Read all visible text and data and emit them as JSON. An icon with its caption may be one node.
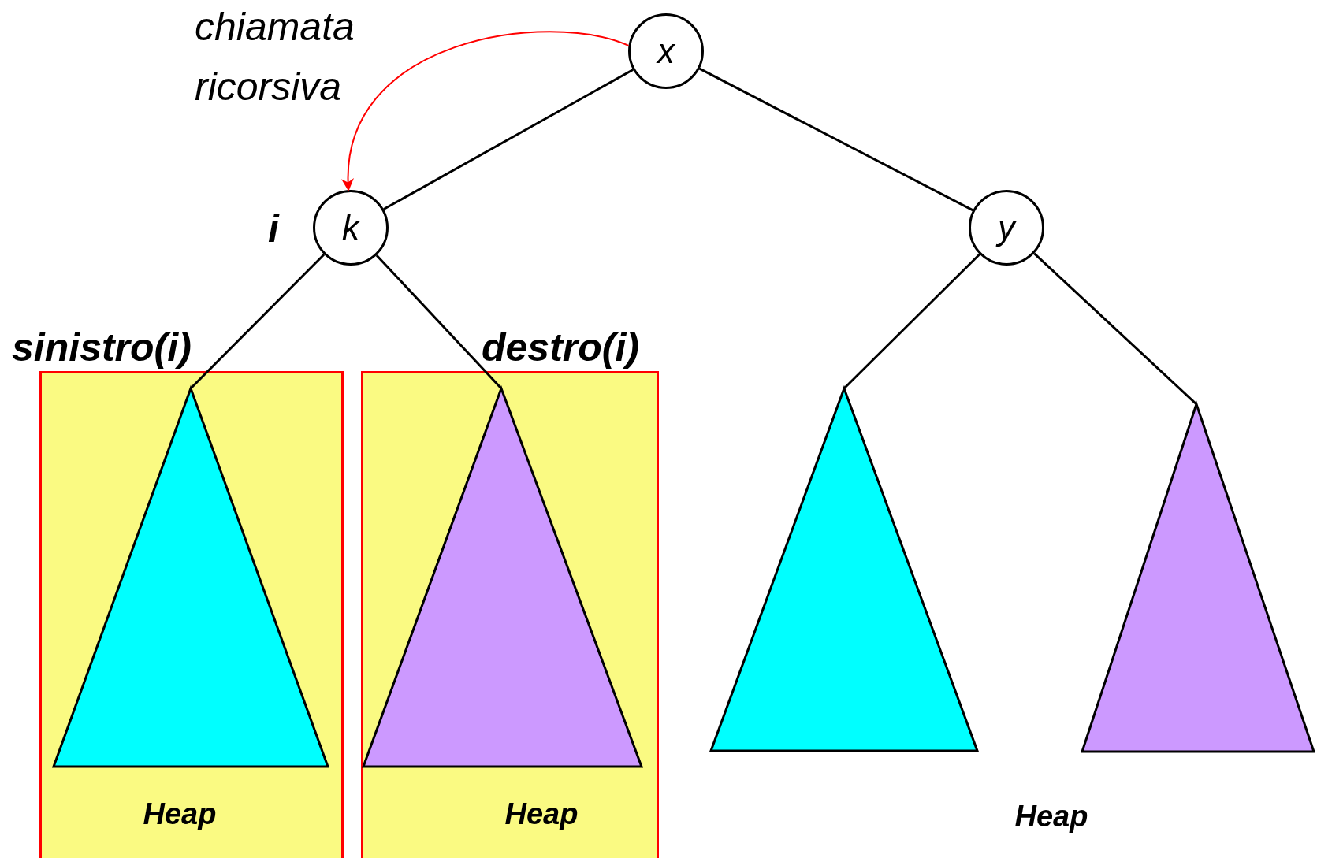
{
  "diagram": {
    "nodes": [
      {
        "text": [
          "x"
        ]
      },
      {
        "text": [
          "k"
        ],
        "beside": [
          "i"
        ]
      },
      {
        "text": [
          "y"
        ]
      },
      {
        "text": [
          "sinistro(i)",
          "Heap"
        ]
      },
      {
        "text": [],
        "shape": "triangle",
        "in": 3
      },
      {
        "text": [
          "destro(i)",
          "Heap"
        ]
      },
      {
        "text": [],
        "shape": "triangle",
        "in": 5
      },
      {
        "text": [],
        "shape": "triangle"
      },
      {
        "text": [],
        "shape": "triangle"
      }
    ],
    "edges": [
      {
        "from": 0,
        "to": 1,
        "arrow": "none"
      },
      {
        "from": 0,
        "to": 2,
        "arrow": "none"
      },
      {
        "from": 1,
        "to": 4,
        "arrow": "none"
      },
      {
        "from": 1,
        "to": 6,
        "arrow": "none"
      },
      {
        "from": 2,
        "to": 7,
        "arrow": "none"
      },
      {
        "from": 2,
        "to": 8,
        "arrow": "none"
      },
      {
        "from": 0,
        "to": 1,
        "arrow": "to",
        "label": "chiamata ricorsiva",
        "color": "#ff0000"
      }
    ],
    "labels": [
      "Heap"
    ]
  }
}
